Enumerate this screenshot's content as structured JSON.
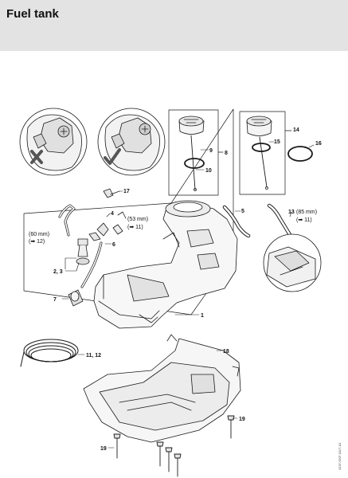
{
  "title": "Fuel tank",
  "labels": {
    "p1": "1",
    "p2_3": "2, 3",
    "p4": "4",
    "p5": "5",
    "p6": "6",
    "p7": "7",
    "p8": "8",
    "p9": "9",
    "p10": "10",
    "p11_12": "11, 12",
    "p13": "13",
    "p13_dim": "(85 mm)",
    "p13_ref": "(➡ 11)",
    "p14": "14",
    "p15": "15",
    "p16": "16",
    "p17": "17",
    "p18": "18",
    "p19a": "19",
    "p19b": "19",
    "dim53": "(53 mm)",
    "ref53": "(➡ 11)",
    "dim60": "(60 mm)",
    "ref60": "(➡ 12)"
  },
  "drawing_code": "4137-GKF-0117-A1",
  "icons": {
    "wrong": "cross-mark-icon",
    "right": "check-mark-icon"
  }
}
